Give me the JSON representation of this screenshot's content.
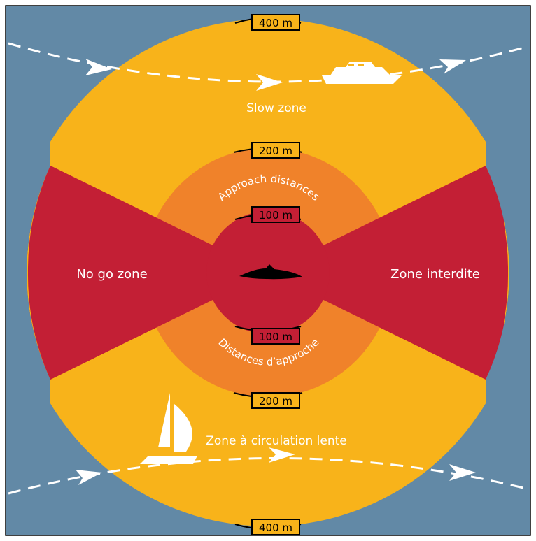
{
  "labels": {
    "slow_zone": "Slow zone",
    "slow_zone_fr": "Zone à circulation lente",
    "approach_distances": "Approach distances",
    "approach_distances_fr": "Distances d’approche",
    "no_go_zone": "No go zone",
    "no_go_zone_fr": "Zone interdite"
  },
  "distances": {
    "outer_top": "400 m",
    "outer_bottom": "400 m",
    "middle_top": "200 m",
    "middle_bottom": "200 m",
    "inner_top": "100 m",
    "inner_bottom": "100 m"
  },
  "colors": {
    "water": "#6289a6",
    "slow_zone": "#f8b31a",
    "approach_zone": "#f0822a",
    "no_go_zone": "#c31f35",
    "marks": "#ffffff",
    "whale": "#000000"
  },
  "icons": {
    "whale": "whale-icon",
    "motorboat": "motorboat-icon",
    "sailboat": "sailboat-icon",
    "arrow": "arrow-icon"
  }
}
